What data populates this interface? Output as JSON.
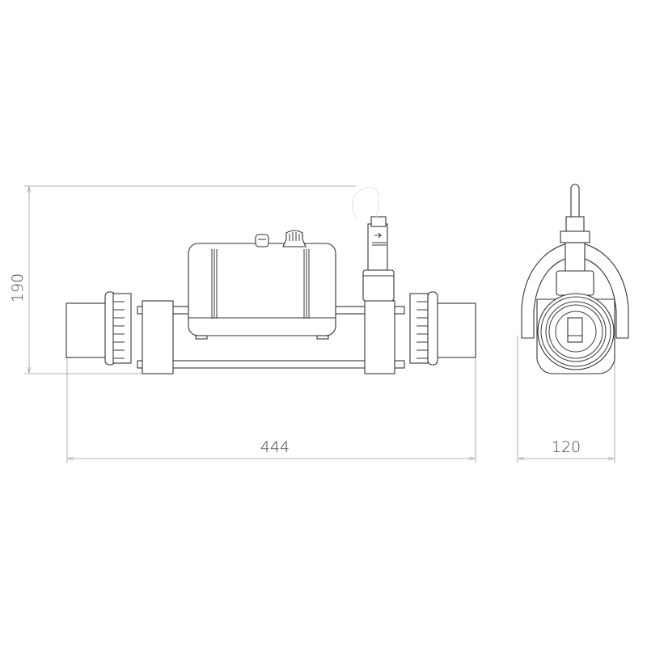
{
  "dimensions": {
    "height": "190",
    "length": "444",
    "width": "120"
  }
}
